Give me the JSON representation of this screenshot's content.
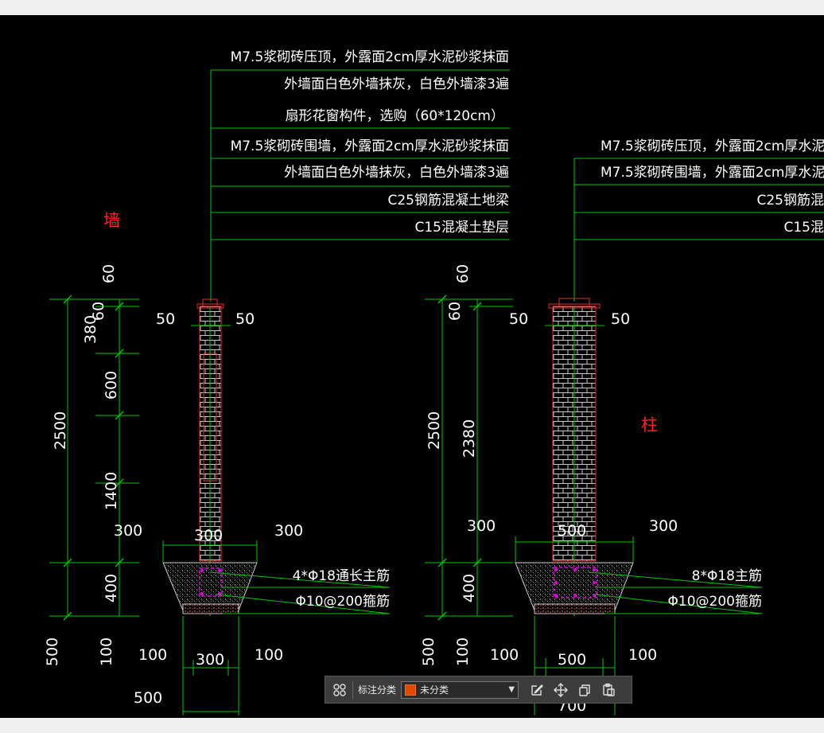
{
  "drawing": {
    "wall_label": "墙",
    "column_label": "柱",
    "wall_callouts": [
      "M7.5浆砌砖压顶，外露面2cm厚水泥砂浆抹面",
      "外墙面白色外墙抹灰，白色外墙漆3遍",
      "扇形花窗构件，选购（60*120cm）",
      "M7.5浆砌砖围墙，外露面2cm厚水泥砂浆抹面",
      "外墙面白色外墙抹灰，白色外墙漆3遍",
      "C25钢筋混凝土地梁",
      "C15混凝土垫层"
    ],
    "column_callouts": [
      "M7.5浆砌砖压顶，外露面2cm厚水泥",
      "M7.5浆砌砖围墙，外露面2cm厚水泥",
      "C25钢筋混",
      "C15混"
    ],
    "wall_rebar_main": "4*Φ18通长主筋",
    "wall_rebar_stirrup": "Φ10@200箍筋",
    "column_rebar_main": "8*Φ18主筋",
    "column_rebar_stirrup": "Φ10@200箍筋",
    "wall_dims": {
      "d60_top": "60",
      "d60_side": "60",
      "d380": "380",
      "d600": "600",
      "d2500": "2500",
      "d1400": "1400",
      "d400": "400",
      "d500": "500",
      "d100_left": "100",
      "d50_left": "50",
      "d50_right": "50",
      "d300_left": "300",
      "d300_mid": "300",
      "d300_right": "300",
      "d100_bot_left": "100",
      "d300_bot": "300",
      "d100_bot_right": "100",
      "d500_bot": "500"
    },
    "column_dims": {
      "d60_top": "60",
      "d60_side": "60",
      "d2500": "2500",
      "d2380": "2380",
      "d400": "400",
      "d500": "500",
      "d100_left": "100",
      "d50_left": "50",
      "d50_right": "50",
      "d300_left": "300",
      "d500_mid": "500",
      "d300_right": "300",
      "d100_bot_left": "100",
      "d500_bot": "500",
      "d100_bot_right": "100",
      "d700_bot": "700"
    }
  },
  "toolbar": {
    "category_label": "标注分类",
    "category_value": "未分类",
    "category_color": "#e04a00"
  }
}
